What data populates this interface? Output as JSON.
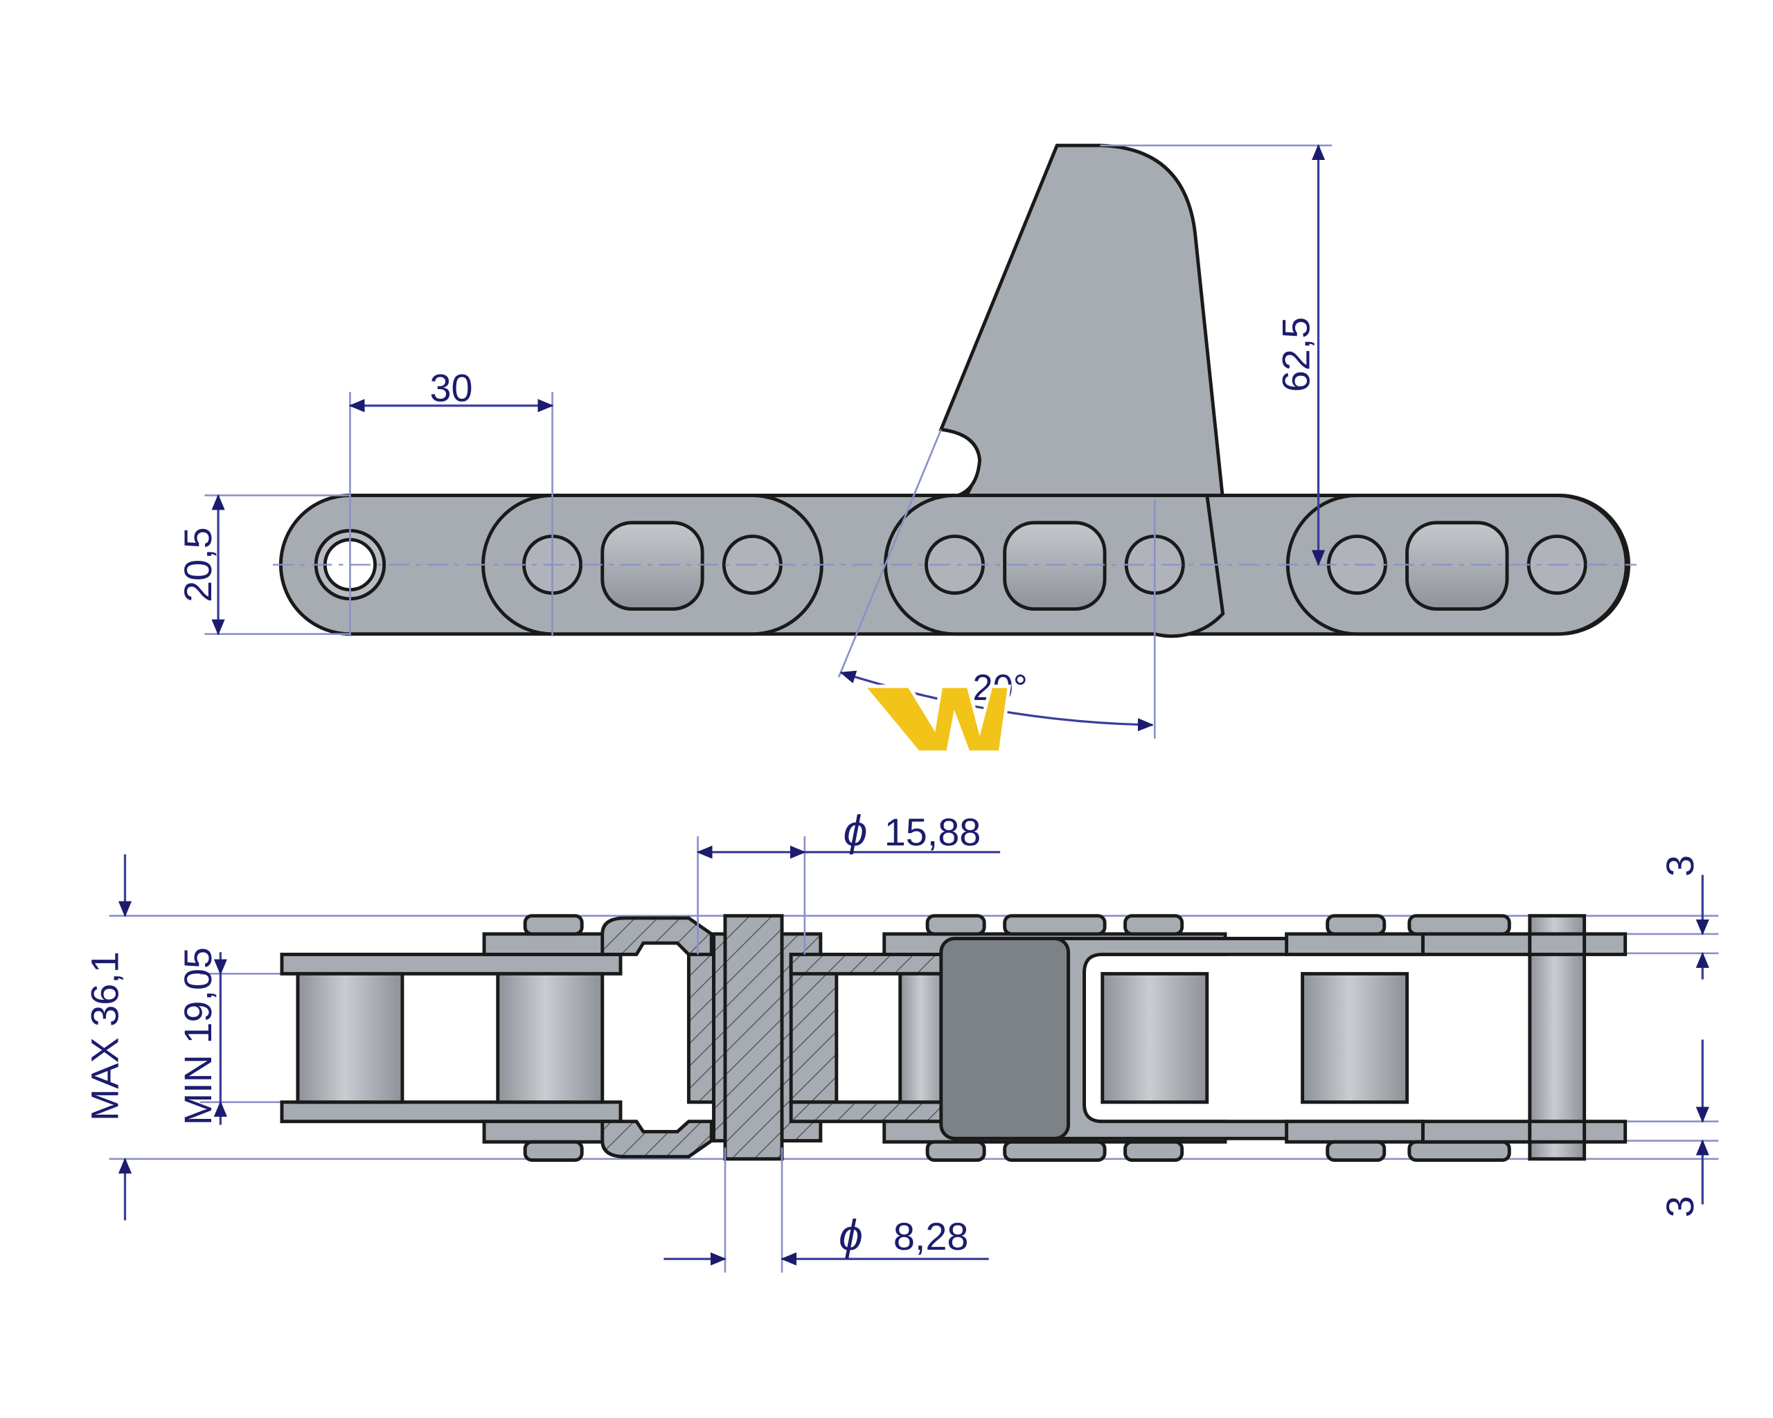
{
  "dimensions": {
    "pitch": "30",
    "link_height": "20,5",
    "attachment_height": "62,5",
    "angle": "20°",
    "roller_diameter_prefix": "ϕ",
    "roller_diameter": "15,88",
    "pin_diameter_prefix": "ϕ",
    "pin_diameter": "8,28",
    "max_width": "MAX 36,1",
    "min_inner_width": "MIN 19,05",
    "plate_thickness_top": "3",
    "plate_thickness_bottom": "3"
  },
  "colors": {
    "steel": "#a7acb2",
    "dimension": "#1c1c6e",
    "logo": "#f2c318"
  },
  "logo": {
    "icon": "w-logo-icon"
  }
}
